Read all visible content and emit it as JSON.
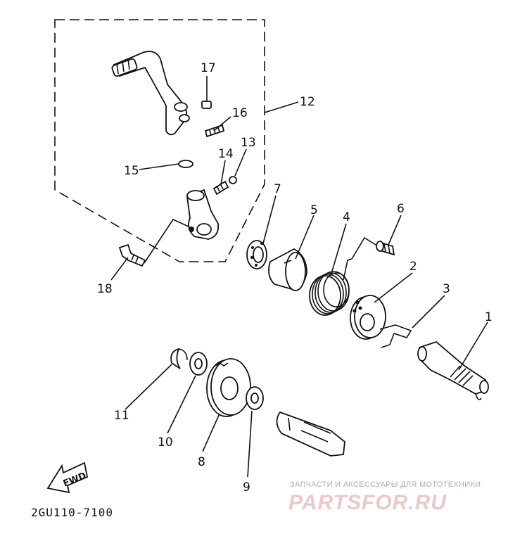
{
  "diagram": {
    "callouts": [
      {
        "id": "c1",
        "label": "1"
      },
      {
        "id": "c2",
        "label": "2"
      },
      {
        "id": "c3",
        "label": "3"
      },
      {
        "id": "c4",
        "label": "4"
      },
      {
        "id": "c5",
        "label": "5"
      },
      {
        "id": "c6",
        "label": "6"
      },
      {
        "id": "c7",
        "label": "7"
      },
      {
        "id": "c8",
        "label": "8"
      },
      {
        "id": "c9",
        "label": "9"
      },
      {
        "id": "c10",
        "label": "10"
      },
      {
        "id": "c11",
        "label": "11"
      },
      {
        "id": "c12",
        "label": "12"
      },
      {
        "id": "c13",
        "label": "13"
      },
      {
        "id": "c14",
        "label": "14"
      },
      {
        "id": "c15",
        "label": "15"
      },
      {
        "id": "c16",
        "label": "16"
      },
      {
        "id": "c17",
        "label": "17"
      },
      {
        "id": "c18",
        "label": "18"
      }
    ],
    "fwd_label": "FWD",
    "diagram_code": "2GU110-7100"
  },
  "watermark": {
    "tagline": "ЗАПЧАСТИ И АКСЕССУАРЫ ДЛЯ МОТОТЕХНИКИ",
    "logo_text": "PARTSFOR.RU"
  },
  "colors": {
    "ink": "#111111",
    "watermark_grey": "#b9a9a9",
    "watermark_pink": "#ecc8c8"
  }
}
